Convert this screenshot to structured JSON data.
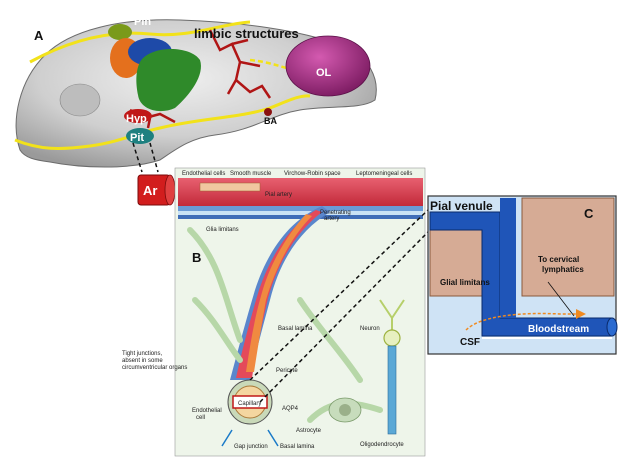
{
  "panels": {
    "a": "A",
    "b": "B",
    "c": "C"
  },
  "panel_a": {
    "pin": "Pin",
    "limbic": "limbic structures",
    "ol": "OL",
    "hyp": "Hyp",
    "pit": "Pit",
    "ba": "BA",
    "ar": "Ar"
  },
  "panel_b": {
    "endothelial_cells": "Endothelial cells",
    "smooth_muscle": "Smooth muscle",
    "virchow_robin": "Virchow-Robin space",
    "leptomeningeal": "Leptomeningeal cells",
    "pial_artery": "Pial artery",
    "penetrating_artery_1": "Penetrating",
    "penetrating_artery_2": "artery",
    "glia_limitans": "Glia limitans",
    "basal_lamina_top": "Basal lamina",
    "neuron": "Neuron",
    "tight_junctions_1": "Tight junctions,",
    "tight_junctions_2": "absent in some",
    "tight_junctions_3": "circumventricular organs",
    "pericyte": "Pericyte",
    "capillary": "Capillary",
    "endothelial_cell_1": "Endothelial",
    "endothelial_cell_2": "cell",
    "aqp4": "AQP4",
    "astrocyte": "Astrocyte",
    "gap_junction": "Gap junction",
    "basal_lamina_bottom": "Basal lamina",
    "oligodendrocyte": "Oligodendrocyte"
  },
  "panel_c": {
    "pial_venule": "Pial venule",
    "glial_limitans": "Glial limitans",
    "cervical_1": "To cervical",
    "cervical_2": "lymphatics",
    "bloodstream": "Bloodstream",
    "csf": "CSF"
  },
  "colors": {
    "brain_gray": "#c9c9c9",
    "yellow_path": "#f2e21a",
    "artery_red": "#d93a4a",
    "vein_blue": "#1f55b8",
    "tissue_tan": "#d6ab95",
    "csf_blue": "#cfe3f5",
    "glia_green": "#d9ecd3"
  }
}
